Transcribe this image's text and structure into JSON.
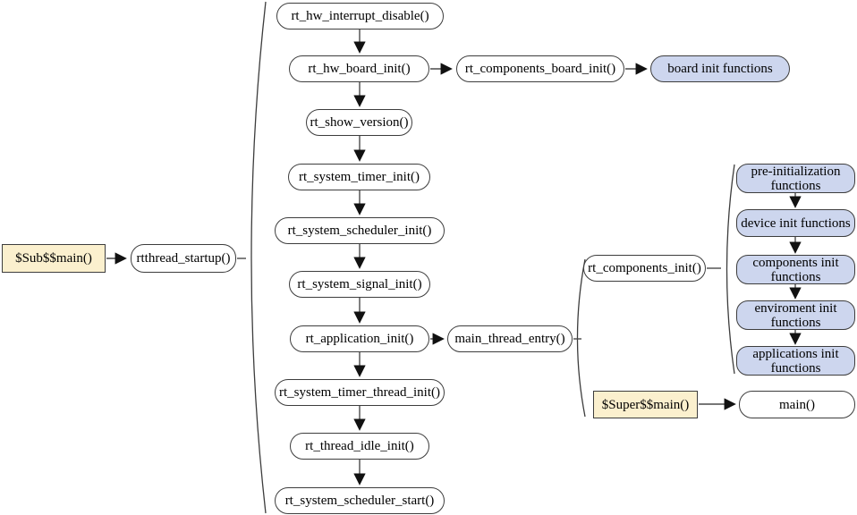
{
  "diagram_title": "RT-Thread startup sequence flowchart",
  "colors": {
    "background": "#ffffff",
    "box_border": "#3d3d3d",
    "white_box_fill": "#ffffff",
    "yellow_box_fill": "#fbf0ce",
    "blue_box_fill": "#cdd6ee",
    "arrow_line": "#4a4a4a",
    "arrow_head": "#111111",
    "text": "#000000"
  },
  "entry_flow": {
    "sub_main": "$Sub$$main()",
    "rtthread_startup": "rtthread_startup()"
  },
  "startup_sequence": [
    "rt_hw_interrupt_disable()",
    "rt_hw_board_init()",
    "rt_show_version()",
    "rt_system_timer_init()",
    "rt_system_scheduler_init()",
    "rt_system_signal_init()",
    "rt_application_init()",
    "rt_system_timer_thread_init()",
    "rt_thread_idle_init()",
    "rt_system_scheduler_start()"
  ],
  "board_branch": {
    "rt_components_board_init": "rt_components_board_init()",
    "board_init_functions": "board init functions"
  },
  "main_branch": {
    "main_thread_entry": "main_thread_entry()",
    "rt_components_init": "rt_components_init()",
    "super_main": "$Super$$main()",
    "main": "main()"
  },
  "components_init_sequence": [
    "pre-initialization functions",
    "device init functions",
    "components init functions",
    "enviroment init functions",
    "applications init functions"
  ]
}
